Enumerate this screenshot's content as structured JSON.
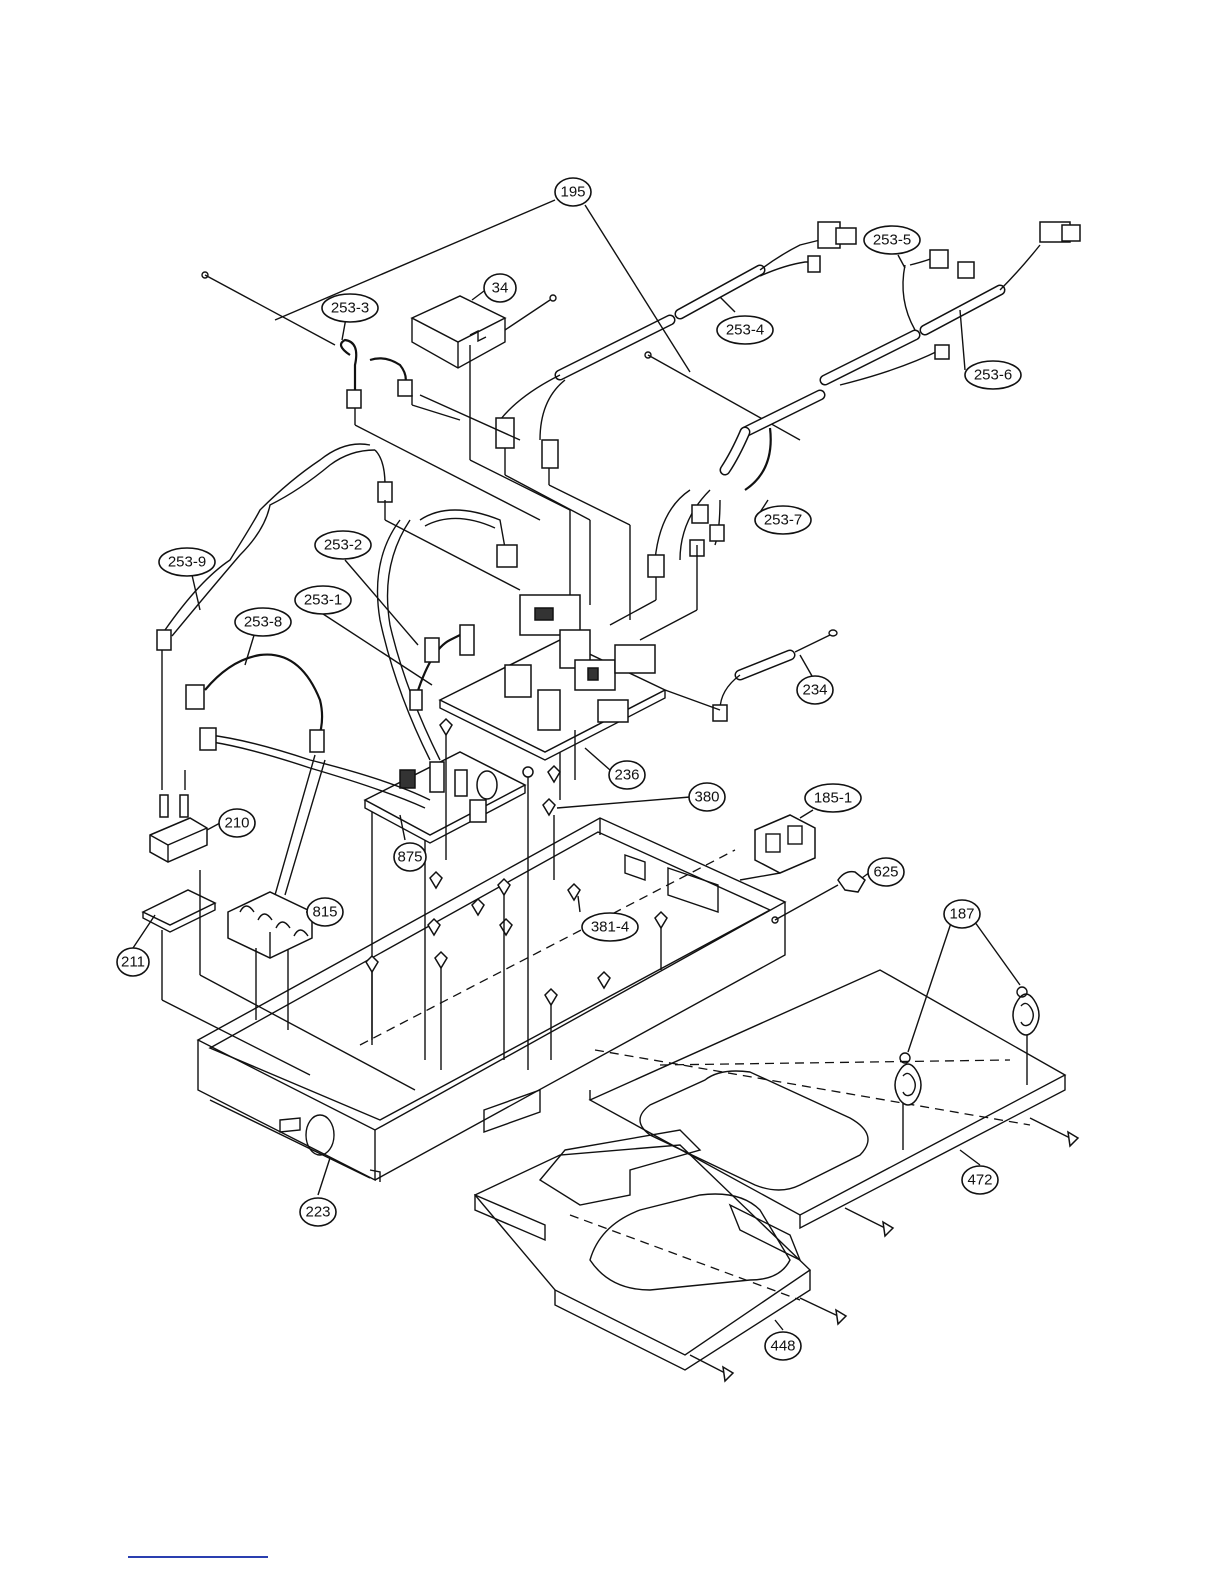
{
  "callouts": {
    "c195": "195",
    "c253_5": "253-5",
    "c34": "34",
    "c253_3": "253-3",
    "c253_4": "253-4",
    "c253_6": "253-6",
    "c253_7": "253-7",
    "c253_2": "253-2",
    "c253_9": "253-9",
    "c253_1": "253-1",
    "c253_8": "253-8",
    "c234": "234",
    "c236": "236",
    "c380": "380",
    "c185_1": "185-1",
    "c210": "210",
    "c875": "875",
    "c625": "625",
    "c187": "187",
    "c815": "815",
    "c381_4": "381-4",
    "c211": "211",
    "c223": "223",
    "c472": "472",
    "c448": "448"
  }
}
